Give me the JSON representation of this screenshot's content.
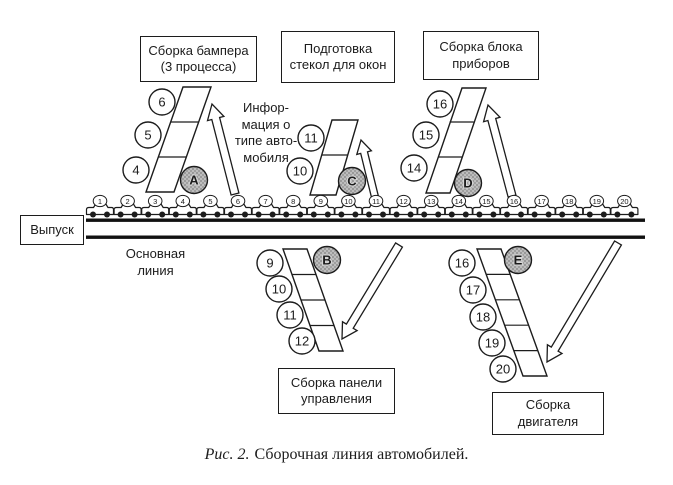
{
  "figure": {
    "caption_prefix": "Рис. 2.",
    "caption_text": "Сборочная линия автомобилей."
  },
  "labels": {
    "output_box": "Выпуск",
    "main_line": "Основная\nлиния",
    "info_note": "Инфор-\nмация о\nтипе авто-\nмобиля"
  },
  "boxes": {
    "bumper": "Сборка бампера\n(3 процесса)",
    "glass": "Подготовка\nстекол для окон",
    "dashboard": "Сборка блока\nприборов",
    "panel": "Сборка панели\nуправления",
    "engine": "Сборка\nдвигателя"
  },
  "stations": {
    "A": {
      "letter": "A",
      "steps": [
        "6",
        "5",
        "4"
      ]
    },
    "C": {
      "letter": "C",
      "steps": [
        "11",
        "10"
      ]
    },
    "D": {
      "letter": "D",
      "steps": [
        "16",
        "15",
        "14"
      ]
    },
    "B": {
      "letter": "B",
      "steps": [
        "9",
        "10",
        "11",
        "12"
      ]
    },
    "E": {
      "letter": "E",
      "steps": [
        "16",
        "17",
        "18",
        "19",
        "20"
      ]
    }
  },
  "cars": [
    "1",
    "2",
    "3",
    "4",
    "5",
    "6",
    "7",
    "8",
    "9",
    "10",
    "11",
    "12",
    "13",
    "14",
    "15",
    "16",
    "17",
    "18",
    "19",
    "20"
  ],
  "colors": {
    "ink": "#1c1c1c",
    "paper": "#ffffff",
    "station_circle_fill": "#bdbdbd"
  }
}
